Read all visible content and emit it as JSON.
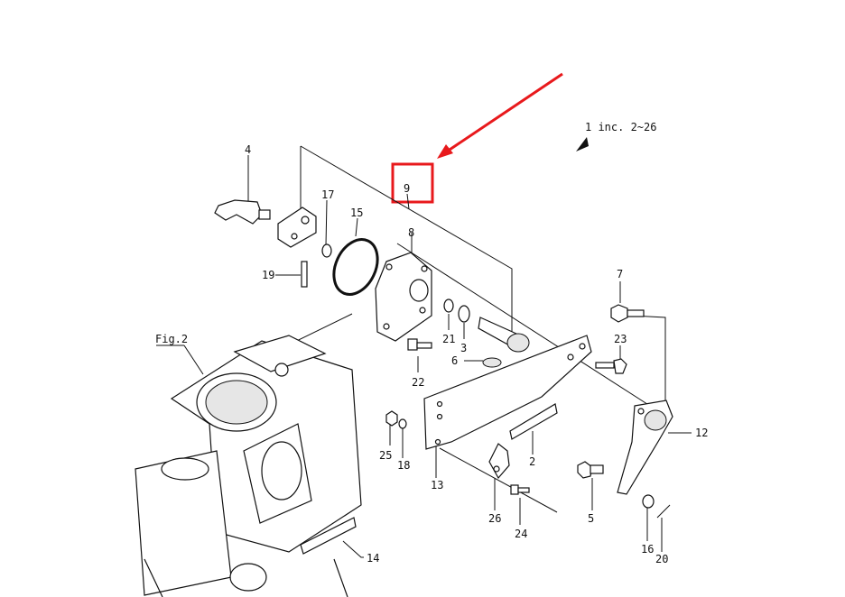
{
  "header": {
    "note": "1 inc. 2~26"
  },
  "figure_label": "Fig.2",
  "highlight": {
    "part": "9",
    "box_color": "#e8191c",
    "arrow_color": "#e8191c"
  },
  "parts": [
    {
      "num": "4"
    },
    {
      "num": "17"
    },
    {
      "num": "15"
    },
    {
      "num": "8"
    },
    {
      "num": "9"
    },
    {
      "num": "19"
    },
    {
      "num": "21"
    },
    {
      "num": "3"
    },
    {
      "num": "6"
    },
    {
      "num": "22"
    },
    {
      "num": "7"
    },
    {
      "num": "23"
    },
    {
      "num": "12"
    },
    {
      "num": "25"
    },
    {
      "num": "18"
    },
    {
      "num": "13"
    },
    {
      "num": "2"
    },
    {
      "num": "26"
    },
    {
      "num": "24"
    },
    {
      "num": "5"
    },
    {
      "num": "16"
    },
    {
      "num": "20"
    },
    {
      "num": "14"
    }
  ]
}
